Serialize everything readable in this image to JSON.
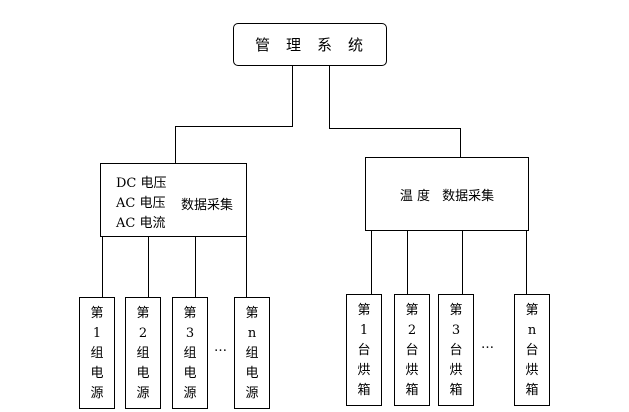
{
  "root": {
    "label": "管理系统"
  },
  "left_group": {
    "lines": [
      "DC 电压",
      "AC 电压",
      "AC 电流"
    ],
    "acquisition_label": "数据采集",
    "leaves": [
      {
        "chars": [
          "第",
          "1",
          "组",
          "电",
          "源"
        ]
      },
      {
        "chars": [
          "第",
          "2",
          "组",
          "电",
          "源"
        ]
      },
      {
        "chars": [
          "第",
          "3",
          "组",
          "电",
          "源"
        ]
      },
      {
        "chars": [
          "第",
          "n",
          "组",
          "电",
          "源"
        ]
      }
    ],
    "ellipsis": "…"
  },
  "right_group": {
    "quantity_label": "温 度",
    "acquisition_label": "数据采集",
    "leaves": [
      {
        "chars": [
          "第",
          "1",
          "台",
          "烘",
          "箱"
        ]
      },
      {
        "chars": [
          "第",
          "2",
          "台",
          "烘",
          "箱"
        ]
      },
      {
        "chars": [
          "第",
          "3",
          "台",
          "烘",
          "箱"
        ]
      },
      {
        "chars": [
          "第",
          "n",
          "台",
          "烘",
          "箱"
        ]
      }
    ],
    "ellipsis": "…"
  }
}
